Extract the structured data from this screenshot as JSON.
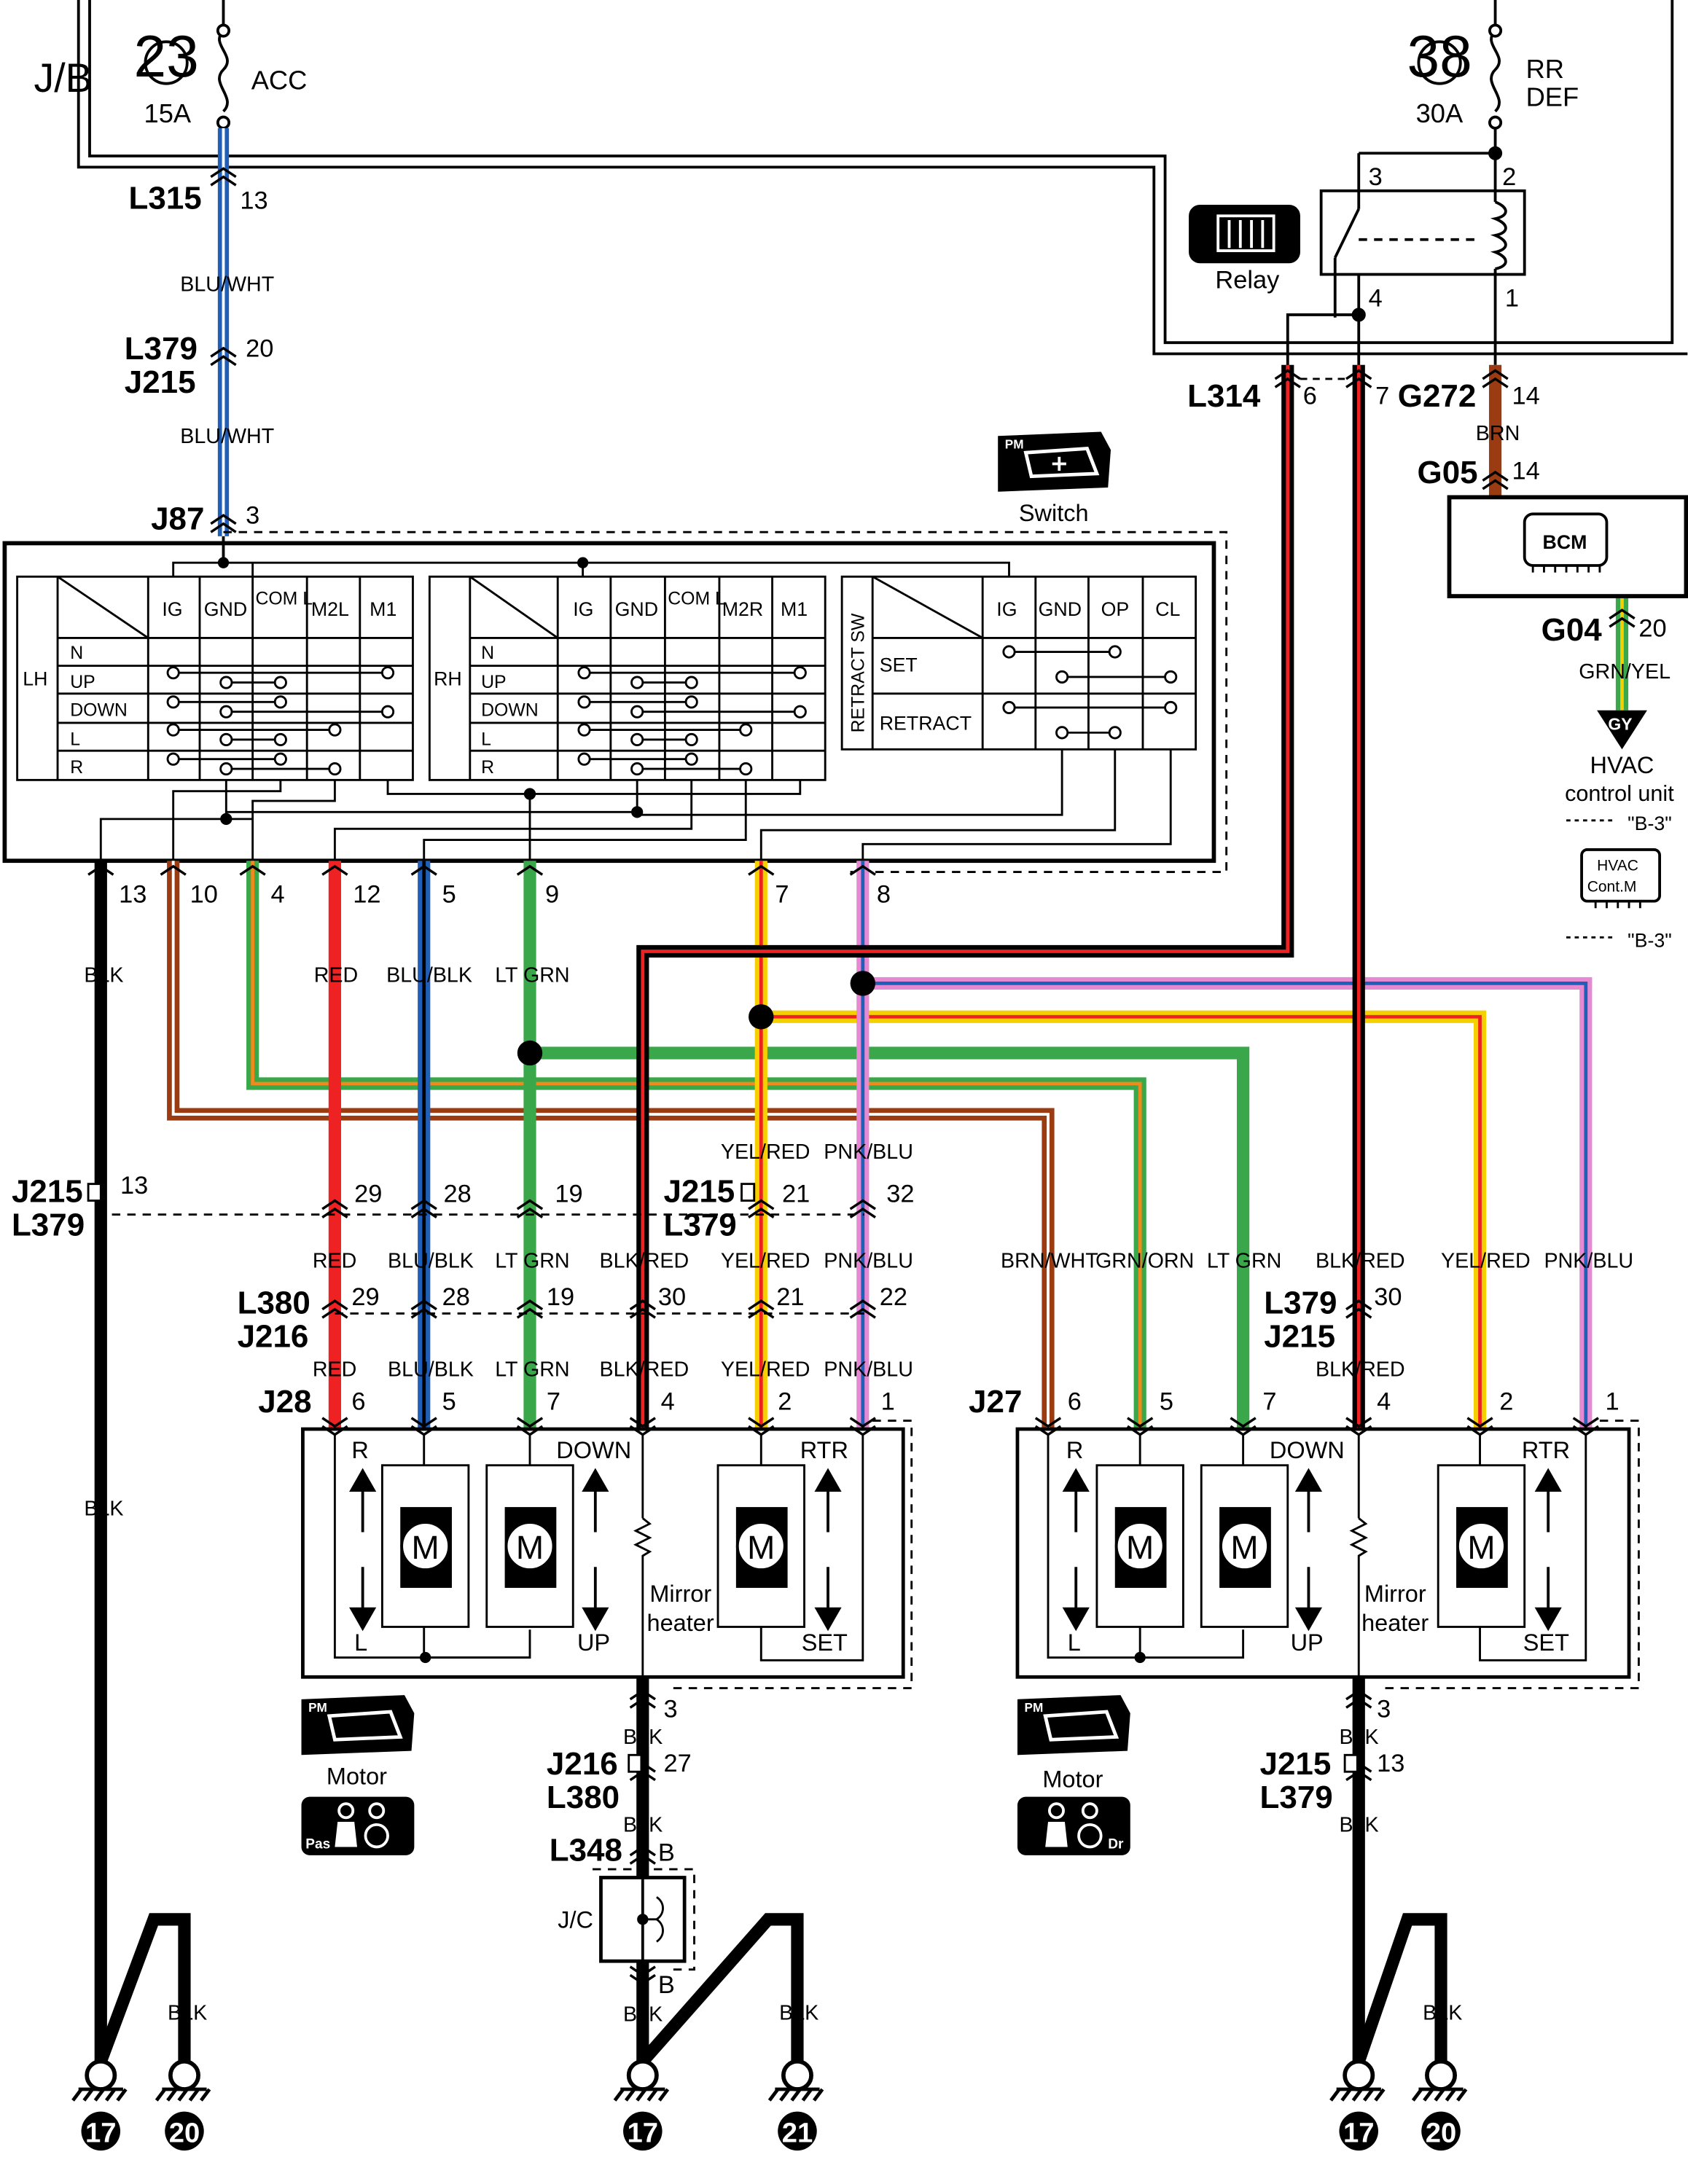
{
  "fuses": [
    {
      "number": "23",
      "name": "ACC",
      "rating": "15A"
    },
    {
      "number": "38",
      "name_line1": "RR",
      "name_line2": "DEF",
      "rating": "30A"
    }
  ],
  "jb_label": "J/B",
  "relay": {
    "label": "Relay",
    "pins": [
      "3",
      "2",
      "4",
      "1"
    ]
  },
  "connectors": {
    "L315": {
      "name": "L315",
      "pin": "13"
    },
    "L379_J215_top": {
      "name1": "L379",
      "name2": "J215",
      "pin": "20"
    },
    "J87": {
      "name": "J87",
      "pin": "3"
    },
    "L314": {
      "name": "L314",
      "pin": "6"
    },
    "G272": {
      "pin_left": "7",
      "name": "G272",
      "pin": "14"
    },
    "G05": {
      "name": "G05",
      "pin": "14"
    },
    "G04": {
      "name": "G04",
      "pin": "20"
    },
    "J215_L379_left": {
      "name1": "J215",
      "name2": "L379",
      "pin": "13"
    },
    "J215_L379_mid": {
      "name1": "J215",
      "name2": "L379",
      "pins": [
        "29",
        "28",
        "19",
        "21",
        "32"
      ]
    },
    "L380_J216": {
      "name1": "L380",
      "name2": "J216",
      "pins": [
        "29",
        "28",
        "19",
        "30",
        "21",
        "22"
      ]
    },
    "L379_J215_right": {
      "name1": "L379",
      "name2": "J215",
      "pin": "30"
    },
    "J28": {
      "name": "J28",
      "pins": [
        "6",
        "5",
        "7",
        "4",
        "2",
        "1"
      ]
    },
    "J27": {
      "name": "J27",
      "pins": [
        "6",
        "5",
        "7",
        "4",
        "2",
        "1"
      ]
    },
    "J216_L380": {
      "name1": "J216",
      "name2": "L380",
      "pin": "27",
      "pin_top": "3"
    },
    "L348": {
      "name": "L348",
      "pin": "B",
      "pin_bottom": "B"
    },
    "J215_L379_right": {
      "name1": "J215",
      "name2": "L379",
      "pin": "13",
      "pin_top": "3"
    }
  },
  "switch": {
    "label": "Switch",
    "pins": [
      "13",
      "10",
      "4",
      "12",
      "5",
      "9",
      "7",
      "8"
    ],
    "lh_table": {
      "side": "LH",
      "cols": [
        "IG",
        "GND",
        "COM L",
        "M2L",
        "M1"
      ],
      "rows": [
        "N",
        "UP",
        "DOWN",
        "L",
        "R"
      ]
    },
    "rh_table": {
      "side": "RH",
      "cols": [
        "IG",
        "GND",
        "COM L",
        "M2R",
        "M1"
      ],
      "rows": [
        "N",
        "UP",
        "DOWN",
        "L",
        "R"
      ]
    },
    "retract_table": {
      "side": "RETRACT SW",
      "cols": [
        "IG",
        "GND",
        "OP",
        "CL"
      ],
      "rows": [
        "SET",
        "RETRACT"
      ]
    }
  },
  "wires": {
    "blu_wht": "BLU/WHT",
    "brn": "BRN",
    "grn_yel": "GRN/YEL",
    "blk": "BLK",
    "red": "RED",
    "blu_blk": "BLU/BLK",
    "lt_grn": "LT GRN",
    "yel_red": "YEL/RED",
    "pnk_blu": "PNK/BLU",
    "blk_red": "BLK/RED",
    "brn_wht": "BRN/WHT",
    "grn_orn": "GRN/ORN"
  },
  "bcm": {
    "label": "BCM"
  },
  "hvac": {
    "line1": "HVAC",
    "line2": "control unit",
    "ref": "\"B-3\"",
    "gy": "GY",
    "icon_line1": "HVAC",
    "icon_line2": "Cont.M",
    "ref2": "\"B-3\""
  },
  "motors": {
    "left": {
      "label": "Motor",
      "r": "R",
      "l": "L",
      "down": "DOWN",
      "up": "UP",
      "rtr": "RTR",
      "set": "SET",
      "heater1": "Mirror",
      "heater2": "heater",
      "m": "M",
      "badge": "Pas"
    },
    "right": {
      "label": "Motor",
      "r": "R",
      "l": "L",
      "down": "DOWN",
      "up": "UP",
      "rtr": "RTR",
      "set": "SET",
      "heater1": "Mirror",
      "heater2": "heater",
      "m": "M",
      "badge": "Dr"
    }
  },
  "jc": {
    "label": "J/C"
  },
  "pm_icon": "PM",
  "grounds": [
    "17",
    "20",
    "17",
    "21",
    "17",
    "20"
  ],
  "colors": {
    "blue": "#1f5fb8",
    "black": "#000000",
    "red": "#ee2222",
    "green": "#3aa84a",
    "yellow": "#f4d000",
    "pink": "#e58ad2",
    "brown": "#9a3b12",
    "orange": "#f08a1c"
  }
}
